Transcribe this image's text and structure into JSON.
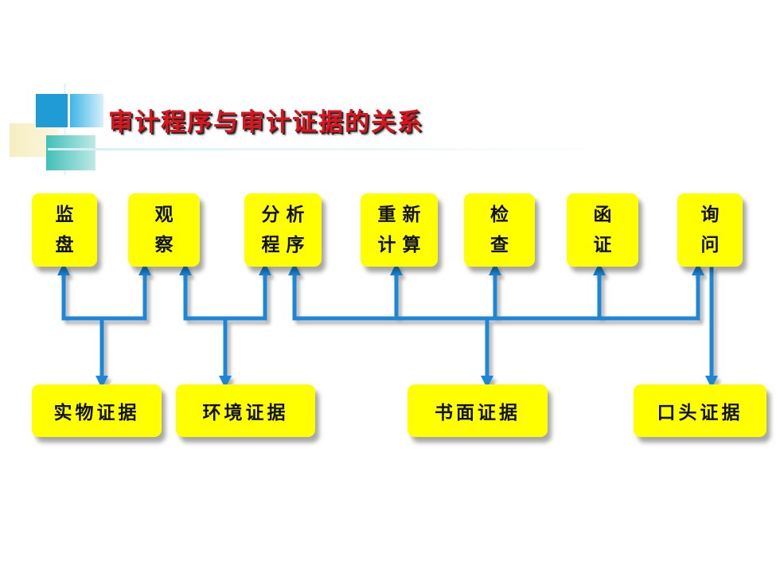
{
  "title": "审计程序与审计证据的关系",
  "procedures": [
    {
      "id": "p1",
      "label": "监\n盘"
    },
    {
      "id": "p2",
      "label": "观\n察"
    },
    {
      "id": "p3",
      "label": "分 析\n程 序"
    },
    {
      "id": "p4",
      "label": "重 新\n计 算"
    },
    {
      "id": "p5",
      "label": "检\n查"
    },
    {
      "id": "p6",
      "label": "函\n证"
    },
    {
      "id": "p7",
      "label": "询\n问"
    }
  ],
  "evidence": [
    {
      "id": "e1",
      "label": "实物证据"
    },
    {
      "id": "e2",
      "label": "环境证据"
    },
    {
      "id": "e3",
      "label": "书面证据"
    },
    {
      "id": "e4",
      "label": "口头证据"
    }
  ],
  "colors": {
    "box_fill": "#ffff00",
    "connector": "#1a86d8",
    "title": "#e0121b"
  }
}
